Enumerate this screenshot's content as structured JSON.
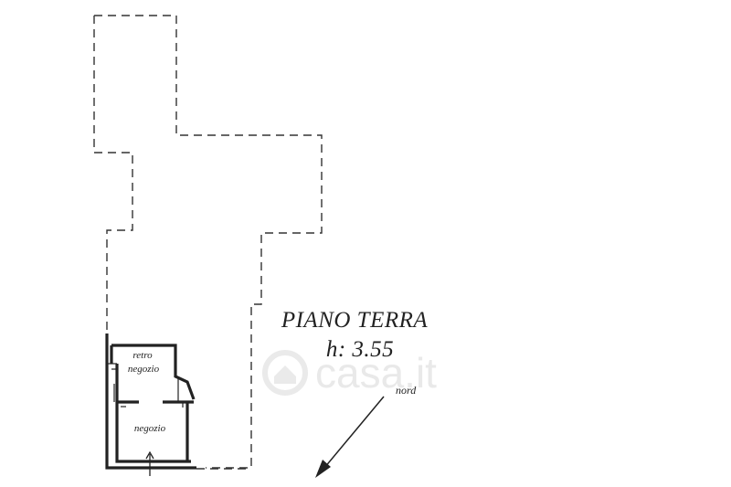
{
  "plan": {
    "title": "PIANO TERRA",
    "height_label": "h: 3.55",
    "rooms": [
      {
        "name": "retro",
        "line2": "negozio"
      },
      {
        "name": "negozio"
      }
    ],
    "north_label": "nord"
  },
  "watermark": "casa.it"
}
